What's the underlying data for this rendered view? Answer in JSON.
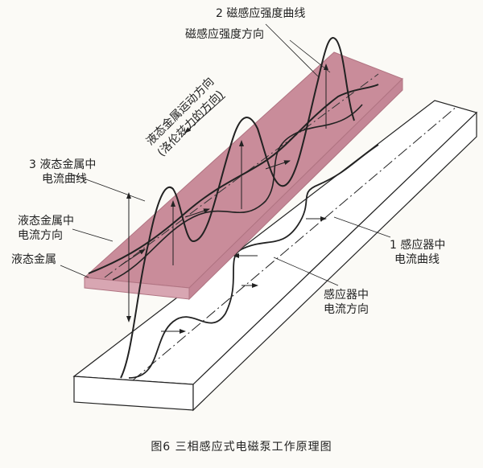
{
  "labels": {
    "b_curve": "2 磁感应强度曲线",
    "b_direction": "磁感应强度方向",
    "motion_line1": "液态金属运动方向",
    "motion_line2": "(洛伦兹力的方向)",
    "metal_current_curve_1": "3 液态金属中",
    "metal_current_curve_2": "电流曲线",
    "metal_current_dir_1": "液态金属中",
    "metal_current_dir_2": "电流方向",
    "liquid_metal": "液态金属",
    "inductor_curve_1": "1 感应器中",
    "inductor_curve_2": "电流曲线",
    "inductor_dir_1": "感应器中",
    "inductor_dir_2": "电流方向"
  },
  "caption": "图6   三相感应式电磁泵工作原理图",
  "colors": {
    "slab": "#c98c9a",
    "slab_edge": "#b07482",
    "inductor": "#ffffff",
    "line": "#222222"
  }
}
